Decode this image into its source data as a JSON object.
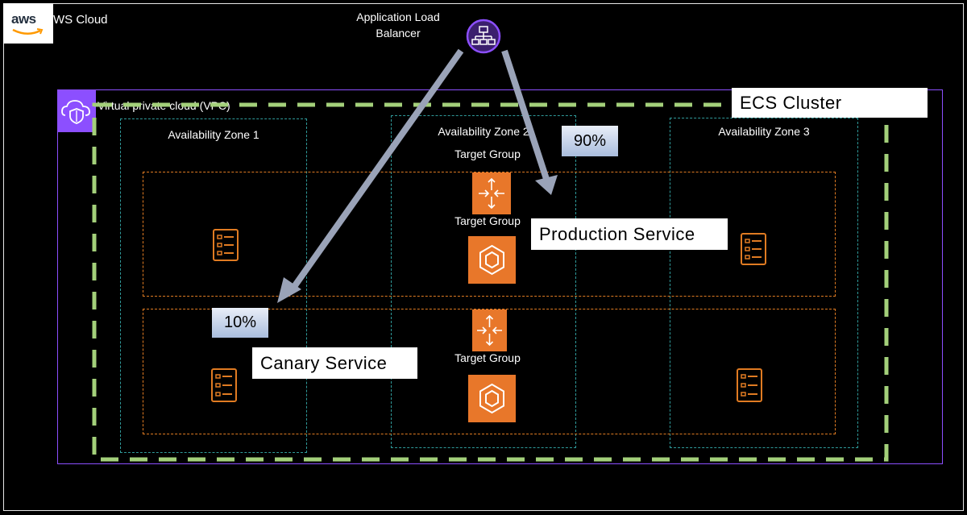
{
  "aws": {
    "logo_text": "aws",
    "cloud_label": "WS Cloud"
  },
  "alb": {
    "label_line1": "Application Load",
    "label_line2": "Balancer"
  },
  "vpc": {
    "label": "Virtual private cloud (VPC)"
  },
  "ecs": {
    "label": "ECS  Cluster"
  },
  "zones": [
    "Availability Zone 1",
    "Availability Zone 2",
    "Availability Zone 3"
  ],
  "target_group_label": "Target Group",
  "production": {
    "label": "Production Service",
    "weight": "90%"
  },
  "canary": {
    "label": "Canary Service",
    "weight": "10%"
  },
  "colors": {
    "vpc_border": "#8c4fff",
    "ecs_border": "#a3d07a",
    "az_border": "#2f9a9a",
    "target_group_border": "#e07b22",
    "service_icon": "#e8772a",
    "arrow": "#9aa3b8"
  }
}
